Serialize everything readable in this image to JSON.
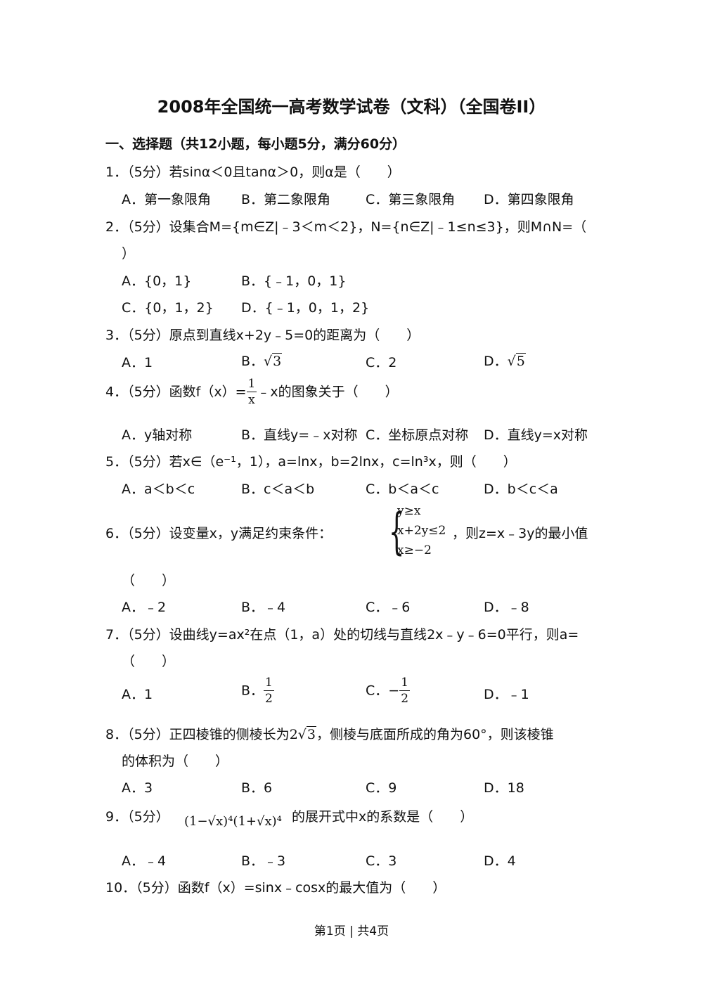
{
  "title": "2008年全国统一高考数学试卷（文科）（全国卷II）",
  "section_heading": "一、选择题（共12小题，每小题5分，满分60分）",
  "q1": {
    "stem": "1．（5分）若sinα＜0且tanα＞0，则α是（　　）",
    "a": "A．第一象限角",
    "b": "B．第二象限角",
    "c": "C．第三象限角",
    "d": "D．第四象限角"
  },
  "q2": {
    "stem": "2．（5分）设集合M={m∈Z|﹣3＜m＜2}，N={n∈Z|﹣1≤n≤3}，则M∩N=（",
    "stem_cont": "）",
    "a": "A．{0，1}",
    "b": "B．{﹣1，0，1}",
    "c": "C．{0，1，2}",
    "d": "D．{﹣1，0，1，2}"
  },
  "q3": {
    "stem": "3．（5分）原点到直线x+2y﹣5=0的距离为（　　）",
    "a": "A．1",
    "b_label": "B．",
    "b_rad": "3",
    "c": "C．2",
    "d_label": "D．",
    "d_rad": "5"
  },
  "q4": {
    "stem_pre": "4．（5分）函数f（x）=",
    "num": "1",
    "den": "x",
    "stem_post": "﹣x的图象关于（　　）",
    "a": "A．y轴对称",
    "b": "B．直线y=﹣x对称",
    "c": "C．坐标原点对称",
    "d": "D．直线y=x对称"
  },
  "q5": {
    "stem": "5．（5分）若x∈（e⁻¹，1），a=lnx，b=2lnx，c=ln³x，则（　　）",
    "a": "A．a＜b＜c",
    "b": "B．c＜a＜b",
    "c": "C．b＜a＜c",
    "d": "D．b＜c＜a"
  },
  "q6": {
    "stem_pre": "6．（5分）设变量x，y满足约束条件：",
    "cond1": "y≥x",
    "cond2": "x+2y≤2",
    "cond3": "x≥−2",
    "stem_post": "，则z=x﹣3y的最小值",
    "stem_cont": "（　　）",
    "a": "A．﹣2",
    "b": "B．﹣4",
    "c": "C．﹣6",
    "d": "D．﹣8"
  },
  "q7": {
    "stem": "7．（5分）设曲线y=ax²在点（1，a）处的切线与直线2x﹣y﹣6=0平行，则a=",
    "stem_cont": "（　　）",
    "a": "A．1",
    "b_label": "B．",
    "b_num": "1",
    "b_den": "2",
    "c_label": "C．",
    "c_sign": "−",
    "c_num": "1",
    "c_den": "2",
    "d": "D．﹣1"
  },
  "q8": {
    "stem_pre": "8．（5分）正四棱锥的侧棱长为",
    "coef": "2",
    "rad": "3",
    "stem_post": "，侧棱与底面所成的角为60°，则该棱锥",
    "stem_cont": "的体积为（　　）",
    "a": "A．3",
    "b": "B．6",
    "c": "C．9",
    "d": "D．18"
  },
  "q9": {
    "stem_pre": "9．（5分）",
    "expr": "(1−√x)⁴(1+√x)⁴",
    "stem_post": "的展开式中x的系数是（　　）",
    "a": "A．﹣4",
    "b": "B．﹣3",
    "c": "C．3",
    "d": "D．4"
  },
  "q10": {
    "stem": "10．（5分）函数f（x）=sinx﹣cosx的最大值为（　　）"
  },
  "footer": "第1页 | 共4页"
}
